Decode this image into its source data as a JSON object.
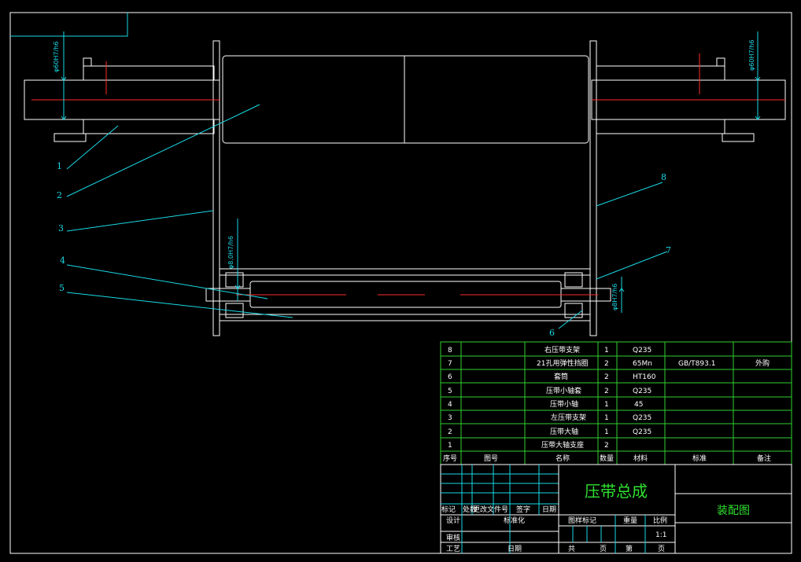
{
  "part_labels": [
    "1",
    "2",
    "3",
    "4",
    "5",
    "6",
    "7",
    "8"
  ],
  "dimensions": {
    "left_fit": "φ60H7/h6",
    "right_fit": "φ60H7/h6",
    "lower_left_fit": "φ8.0H7/h6",
    "lower_right_fit": "φ8H7/h6"
  },
  "bom": {
    "headers": [
      "序号",
      "图号",
      "名称",
      "数量",
      "材料",
      "标准",
      "备注"
    ],
    "rows": [
      {
        "no": "8",
        "drawing": "",
        "name": "右压带支架",
        "qty": "1",
        "material": "Q235",
        "standard": "",
        "remark": ""
      },
      {
        "no": "7",
        "drawing": "",
        "name": "21孔用弹性挡圈",
        "qty": "2",
        "material": "65Mn",
        "standard": "GB/T893.1",
        "remark": "外购"
      },
      {
        "no": "6",
        "drawing": "",
        "name": "套筒",
        "qty": "2",
        "material": "HT160",
        "standard": "",
        "remark": ""
      },
      {
        "no": "5",
        "drawing": "",
        "name": "压带小轴套",
        "qty": "2",
        "material": "Q235",
        "standard": "",
        "remark": ""
      },
      {
        "no": "4",
        "drawing": "",
        "name": "压带小轴",
        "qty": "1",
        "material": "45",
        "standard": "",
        "remark": ""
      },
      {
        "no": "3",
        "drawing": "",
        "name": "左压带支架",
        "qty": "1",
        "material": "Q235",
        "standard": "",
        "remark": ""
      },
      {
        "no": "2",
        "drawing": "",
        "name": "压带大轴",
        "qty": "1",
        "material": "Q235",
        "standard": "",
        "remark": ""
      },
      {
        "no": "1",
        "drawing": "",
        "name": "压带大轴支座",
        "qty": "2",
        "material": "",
        "standard": "",
        "remark": ""
      }
    ]
  },
  "title_block": {
    "assembly_name": "压带总成",
    "drawing_type": "装配图",
    "rev_header": [
      "标记",
      "处数",
      "更改文件号",
      "签字",
      "日期"
    ],
    "design_label": "设计",
    "std_label": "标准化",
    "check_label": "审核",
    "process_label": "工艺",
    "date_label": "日期",
    "stage_label": "图样标记",
    "weight_label": "重量",
    "scale_label": "比例",
    "scale_value": "1:1",
    "total_label": "共",
    "sheet_label": "页",
    "page_label": "第",
    "page_label2": "页"
  }
}
